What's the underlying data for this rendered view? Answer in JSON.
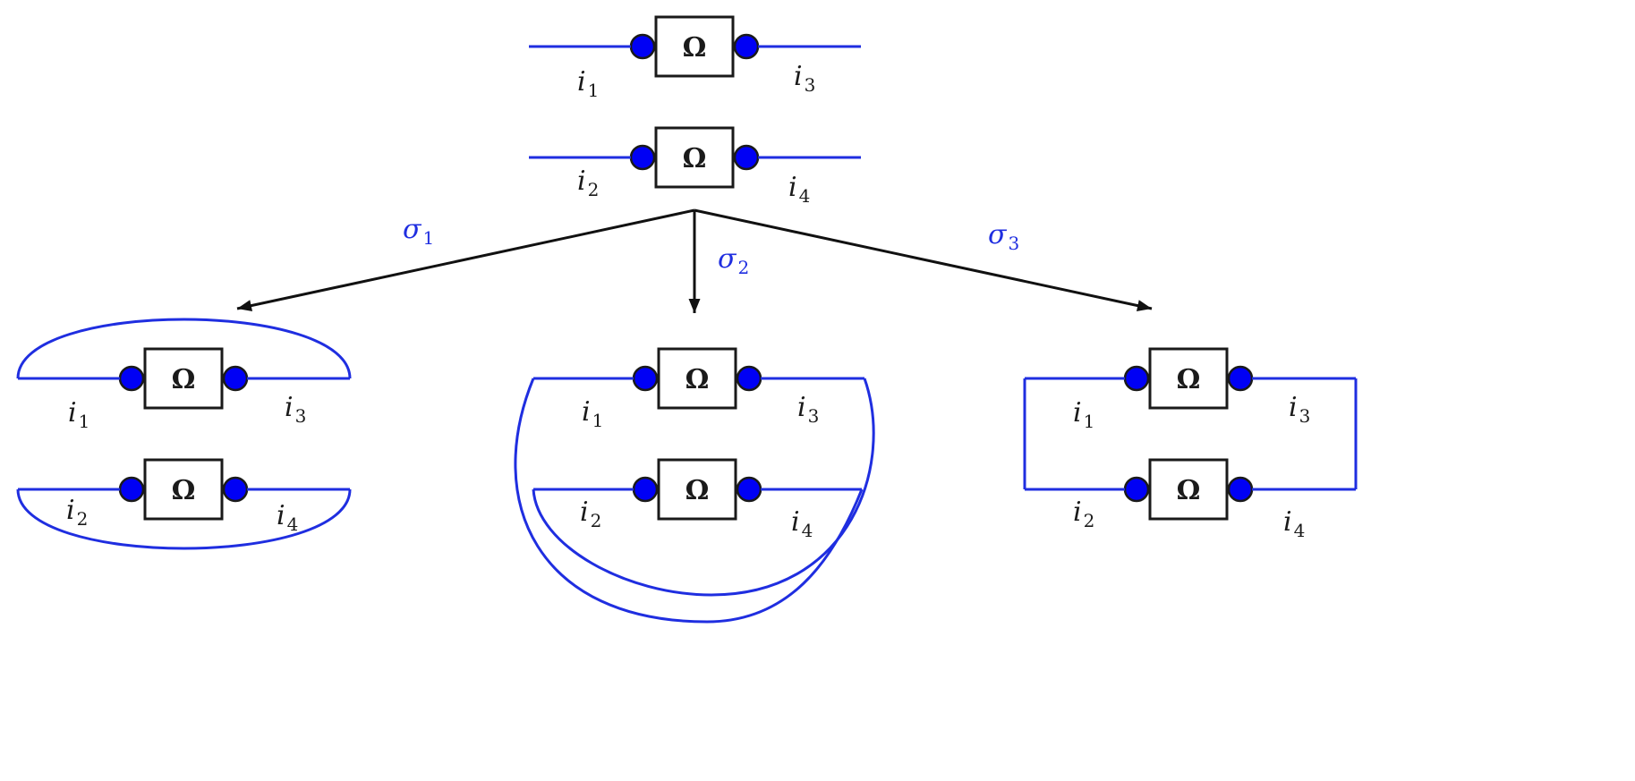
{
  "operator_symbol": "Ω",
  "indices": {
    "i1": {
      "base": "i",
      "sub": "1"
    },
    "i2": {
      "base": "i",
      "sub": "2"
    },
    "i3": {
      "base": "i",
      "sub": "3"
    },
    "i4": {
      "base": "i",
      "sub": "4"
    }
  },
  "branches": [
    {
      "id": "sigma1",
      "label": {
        "base": "σ",
        "sub": "1"
      }
    },
    {
      "id": "sigma2",
      "label": {
        "base": "σ",
        "sub": "2"
      }
    },
    {
      "id": "sigma3",
      "label": {
        "base": "σ",
        "sub": "3"
      }
    }
  ],
  "colors": {
    "wire": "#1f2ee0",
    "dot": "#0000f5",
    "arrow": "#111111",
    "box_stroke": "#1a1a1a"
  }
}
